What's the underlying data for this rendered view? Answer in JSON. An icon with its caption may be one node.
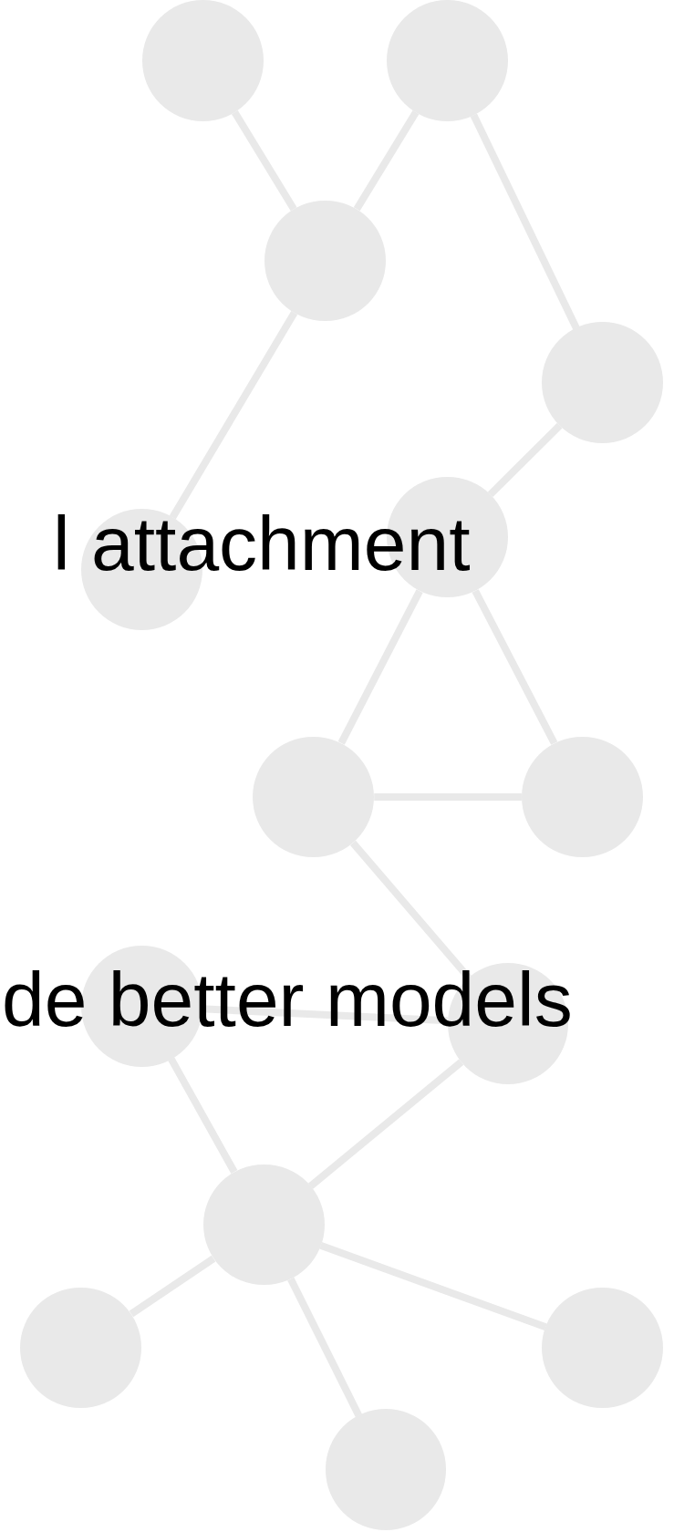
{
  "diagram": {
    "nodes": [
      {
        "text": [],
        "shape": "circle"
      },
      {
        "text": [],
        "shape": "circle"
      },
      {
        "text": [],
        "shape": "circle"
      },
      {
        "text": [],
        "shape": "circle"
      },
      {
        "text": [],
        "shape": "circle"
      },
      {
        "text": [],
        "shape": "circle"
      },
      {
        "text": [],
        "shape": "circle"
      },
      {
        "text": [],
        "shape": "circle"
      },
      {
        "text": [],
        "shape": "circle"
      },
      {
        "text": [],
        "shape": "circle"
      },
      {
        "text": [],
        "shape": "circle"
      },
      {
        "text": [],
        "shape": "circle"
      },
      {
        "text": [],
        "shape": "circle"
      },
      {
        "text": [],
        "shape": "circle"
      }
    ],
    "edges": [
      {
        "from": 0,
        "to": 2,
        "arrow": "none"
      },
      {
        "from": 1,
        "to": 2,
        "arrow": "none"
      },
      {
        "from": 1,
        "to": 3,
        "arrow": "none"
      },
      {
        "from": 2,
        "to": 4,
        "arrow": "none"
      },
      {
        "from": 3,
        "to": 5,
        "arrow": "none"
      },
      {
        "from": 5,
        "to": 6,
        "arrow": "none"
      },
      {
        "from": 5,
        "to": 7,
        "arrow": "none"
      },
      {
        "from": 6,
        "to": 7,
        "arrow": "none"
      },
      {
        "from": 6,
        "to": 9,
        "arrow": "none"
      },
      {
        "from": 8,
        "to": 9,
        "arrow": "none"
      },
      {
        "from": 8,
        "to": 10,
        "arrow": "none"
      },
      {
        "from": 9,
        "to": 10,
        "arrow": "none"
      },
      {
        "from": 10,
        "to": 11,
        "arrow": "none"
      },
      {
        "from": 10,
        "to": 12,
        "arrow": "none"
      },
      {
        "from": 10,
        "to": 13,
        "arrow": "none"
      }
    ],
    "labels": [
      "l attachment",
      "de better models"
    ]
  }
}
